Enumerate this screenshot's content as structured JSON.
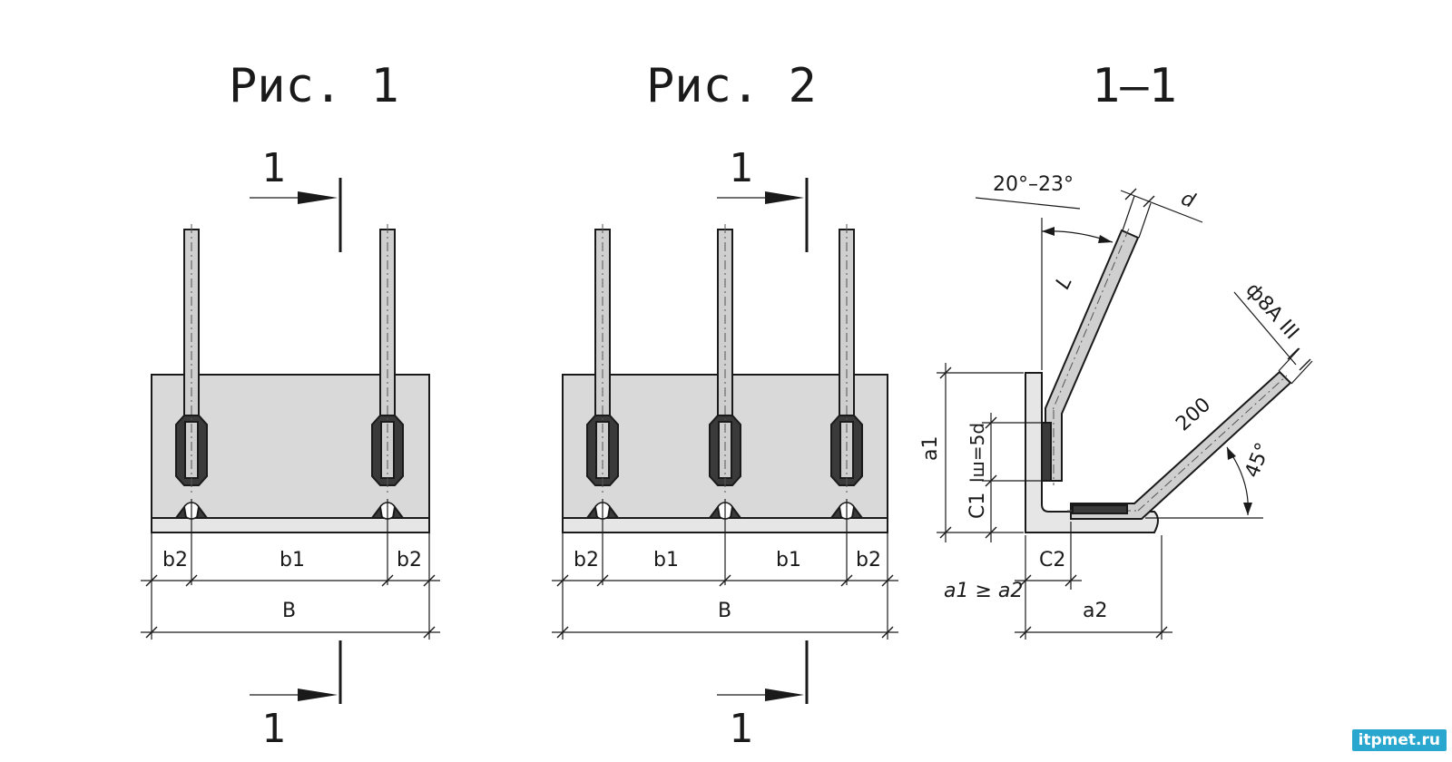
{
  "figures": {
    "fig1": {
      "title": "Рис. 1",
      "section_mark": "1",
      "dims": {
        "b2": "b2",
        "b1": "b1",
        "B": "B"
      }
    },
    "fig2": {
      "title": "Рис. 2",
      "section_mark": "1",
      "dims": {
        "b2": "b2",
        "b1": "b1",
        "B": "B"
      }
    },
    "section": {
      "title": "1–1",
      "angle_label": "20°–23°",
      "d_label": "d",
      "L_label": "L",
      "rebar_label": "ф8А III",
      "length_label": "200",
      "angle45_label": "45°",
      "a1_label": "a1",
      "lw_label": "lш=5d",
      "c1_label": "C1",
      "c2_label": "C2",
      "a2_label": "a2",
      "relation_label": "a1 ≥ a2"
    }
  },
  "watermark": "itpmet.ru"
}
